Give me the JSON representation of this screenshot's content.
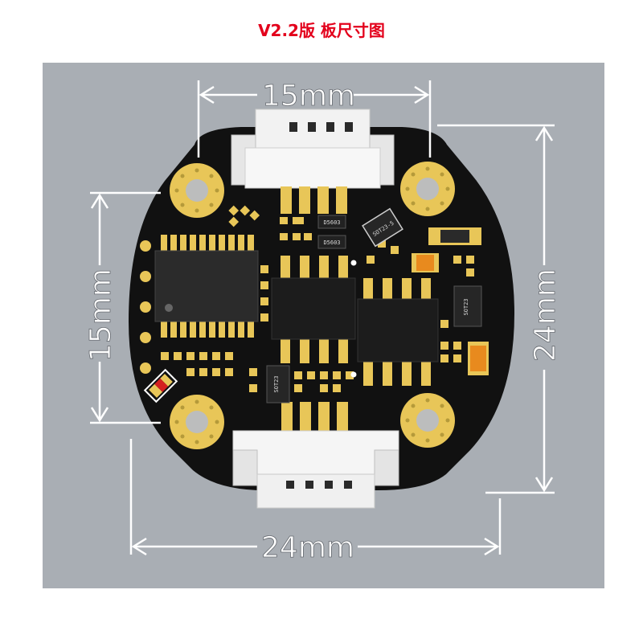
{
  "title": "V2.2版 板尺寸图",
  "colors": {
    "title": "#e3001b",
    "background": "#a9aeb4",
    "board": "#111111",
    "pad": "#e8c658",
    "connector": "#f2f2f2",
    "dimension": "#ffffff"
  },
  "dimensions": {
    "top_width": "15mm",
    "left_height": "15mm",
    "right_height": "24mm",
    "bottom_width": "24mm"
  },
  "silkscreen": {
    "d1": "D5603",
    "d2": "D5603",
    "u1": "SOT23",
    "u2": "SOT23",
    "u3": "SOT23-5"
  }
}
